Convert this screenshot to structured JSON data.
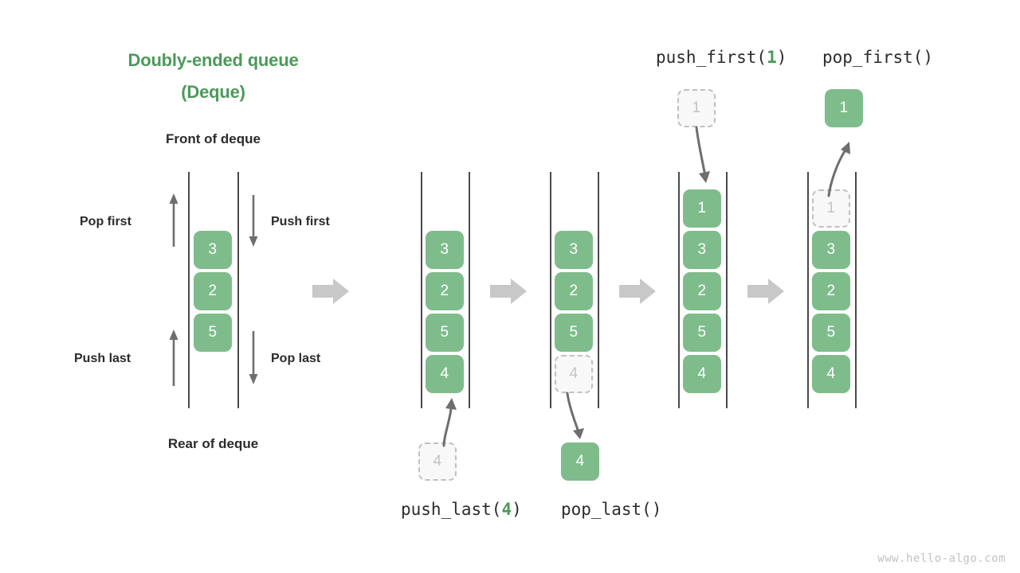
{
  "title": {
    "line1": "Doubly-ended queue",
    "line2": "(Deque)",
    "color": "#4c9a59"
  },
  "labels": {
    "front": "Front of deque",
    "rear": "Rear of deque",
    "pop_first": "Pop first",
    "push_first": "Push first",
    "push_last": "Push last",
    "pop_last": "Pop last"
  },
  "operations": {
    "push_first": {
      "name": "push_first(",
      "arg": "1",
      "close": ")"
    },
    "pop_first": {
      "name": "pop_first()",
      "arg": "",
      "close": ""
    },
    "push_last": {
      "name": "push_last(",
      "arg": "4",
      "close": ")"
    },
    "pop_last": {
      "name": "pop_last()",
      "arg": "",
      "close": ""
    }
  },
  "colors": {
    "accent_green": "#4c9a59",
    "cell_fill": "#7fbc8c",
    "cell_text": "#ffffff",
    "ghost_fill": "#f8f8f8",
    "ghost_border": "#c0c0c0",
    "ghost_text": "#c4c4c4",
    "rail": "#4a4a4a",
    "arrow_gray": "#6e6e6e",
    "block_arrow": "#c8c8c8",
    "watermark": "#c2c2c2"
  },
  "panels": [
    {
      "id": "initial-deque",
      "cells": [
        {
          "value": "3",
          "state": "filled"
        },
        {
          "value": "2",
          "state": "filled"
        },
        {
          "value": "5",
          "state": "filled"
        }
      ]
    },
    {
      "id": "after-push-last",
      "cells": [
        {
          "value": "3",
          "state": "filled"
        },
        {
          "value": "2",
          "state": "filled"
        },
        {
          "value": "5",
          "state": "filled"
        },
        {
          "value": "4",
          "state": "filled"
        }
      ],
      "external": {
        "value": "4",
        "state": "ghost"
      }
    },
    {
      "id": "after-pop-last",
      "cells": [
        {
          "value": "3",
          "state": "filled"
        },
        {
          "value": "2",
          "state": "filled"
        },
        {
          "value": "5",
          "state": "filled"
        },
        {
          "value": "4",
          "state": "ghost"
        }
      ],
      "external": {
        "value": "4",
        "state": "filled"
      }
    },
    {
      "id": "after-push-first",
      "cells": [
        {
          "value": "1",
          "state": "filled"
        },
        {
          "value": "3",
          "state": "filled"
        },
        {
          "value": "2",
          "state": "filled"
        },
        {
          "value": "5",
          "state": "filled"
        },
        {
          "value": "4",
          "state": "filled"
        }
      ],
      "external": {
        "value": "1",
        "state": "ghost"
      }
    },
    {
      "id": "after-pop-first",
      "cells": [
        {
          "value": "1",
          "state": "ghost"
        },
        {
          "value": "3",
          "state": "filled"
        },
        {
          "value": "2",
          "state": "filled"
        },
        {
          "value": "5",
          "state": "filled"
        },
        {
          "value": "4",
          "state": "filled"
        }
      ],
      "external": {
        "value": "1",
        "state": "filled"
      }
    }
  ],
  "watermark": "www.hello-algo.com"
}
